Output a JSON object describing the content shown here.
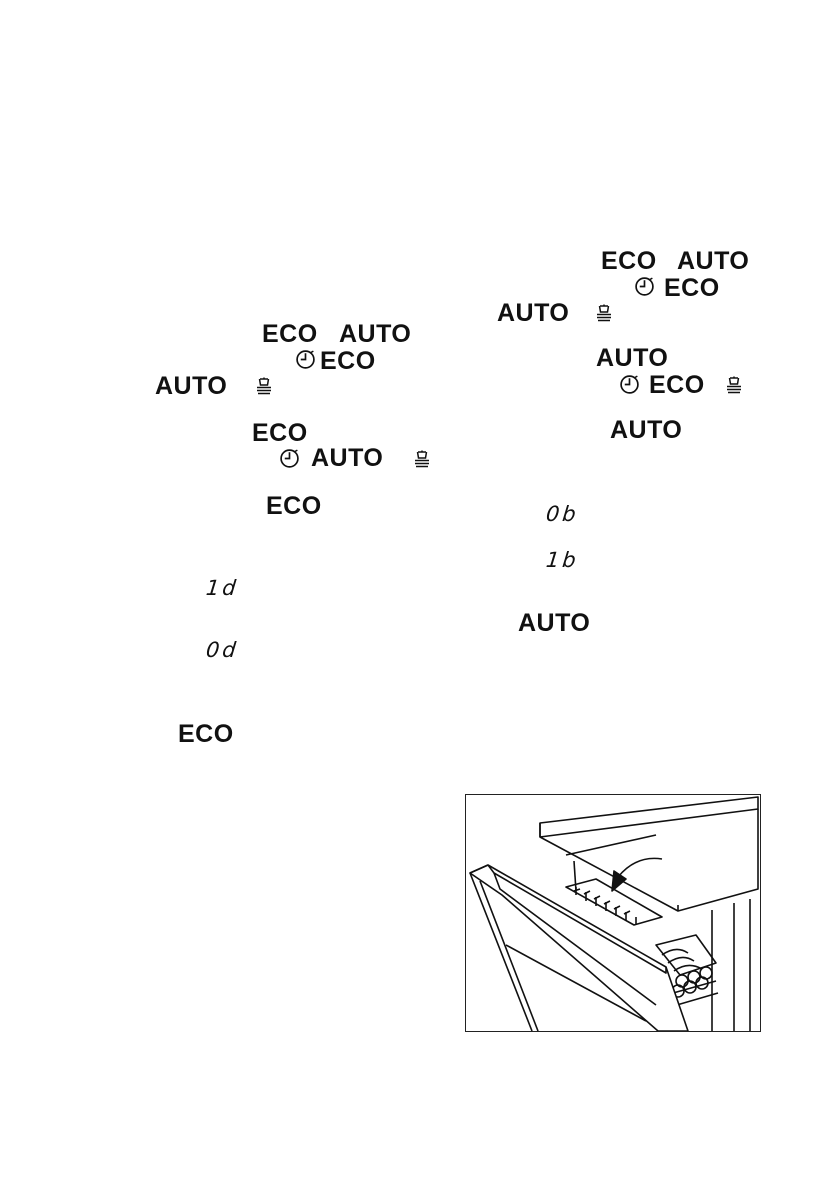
{
  "left": {
    "row1": {
      "eco": "ECO",
      "auto": "AUTO"
    },
    "row2": {
      "clock_icon": "clock-icon",
      "eco": "ECO"
    },
    "row3": {
      "auto": "AUTO",
      "dish_icon": "dishes-icon"
    },
    "row4": {
      "eco": "ECO"
    },
    "row5": {
      "clock_icon": "clock-icon",
      "auto": "AUTO",
      "dish_icon": "dishes-icon"
    },
    "row6": {
      "eco": "ECO"
    },
    "display_1d": "1d",
    "display_0d": "0d",
    "row7": {
      "eco": "ECO"
    }
  },
  "right": {
    "row1": {
      "eco": "ECO",
      "auto": "AUTO"
    },
    "row2": {
      "clock_icon": "clock-icon",
      "eco": "ECO"
    },
    "row3": {
      "auto": "AUTO",
      "dish_icon": "dishes-icon"
    },
    "row4": {
      "auto": "AUTO"
    },
    "row5": {
      "clock_icon": "clock-icon",
      "eco": "ECO",
      "dish_icon": "dishes-icon"
    },
    "row6": {
      "auto": "AUTO"
    },
    "display_0b": "0b",
    "display_1b": "1b",
    "row7": {
      "auto": "AUTO"
    }
  },
  "figure": {
    "subject": "dishwasher-door-open-illustration"
  }
}
